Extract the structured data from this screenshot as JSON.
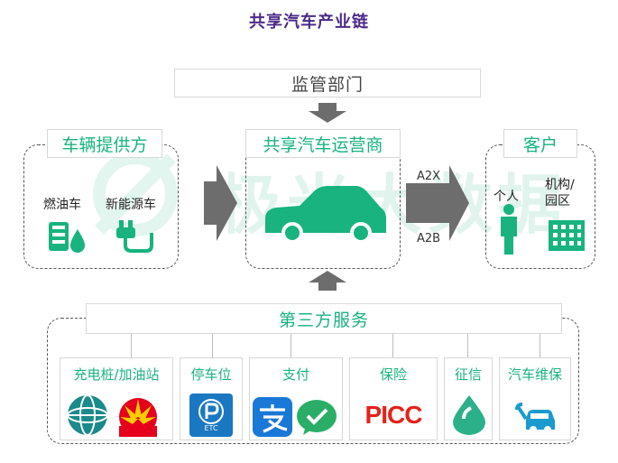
{
  "title": "共享汽车产业链",
  "watermark": "极光大数据",
  "regulator": "监管部门",
  "supplier": {
    "label": "车辆提供方",
    "items": [
      "燃油车",
      "新能源车"
    ]
  },
  "operator": {
    "label": "共享汽车运营商"
  },
  "arrows": {
    "a2x": "A2X",
    "a2b": "A2B"
  },
  "customer": {
    "label": "客户",
    "items": [
      "个人",
      "机构/\n园区"
    ]
  },
  "third_party": {
    "label": "第三方服务",
    "categories": [
      "充电桩/加油站",
      "停车位",
      "支付",
      "保险",
      "征信",
      "汽车维保"
    ],
    "logo_text": {
      "etc": "ETC",
      "picc": "PICC"
    }
  },
  "colors": {
    "accent": "#18b37e",
    "title": "#4b2a8a",
    "arrow": "#6d6d6d"
  }
}
